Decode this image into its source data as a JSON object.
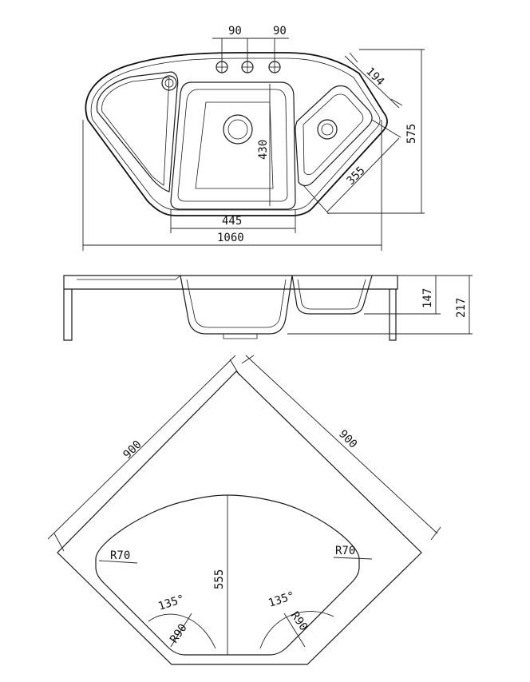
{
  "top_view": {
    "tap_spacing_left": "90",
    "tap_spacing_right": "90",
    "small_bowl_width": "194",
    "small_bowl_length": "355",
    "depth_overall": "575",
    "main_bowl_depth": "430",
    "main_bowl_width": "445",
    "overall_width": "1060"
  },
  "side_view": {
    "bowl_depth": "147",
    "total_height": "217"
  },
  "cabinet_view": {
    "side_left": "900",
    "side_right": "900",
    "cut_depth": "555",
    "radius_left": "R70",
    "radius_right": "R70",
    "angle_left": "135°",
    "angle_right": "135°",
    "corner_radius_left": "R90",
    "corner_radius_right": "R90"
  }
}
